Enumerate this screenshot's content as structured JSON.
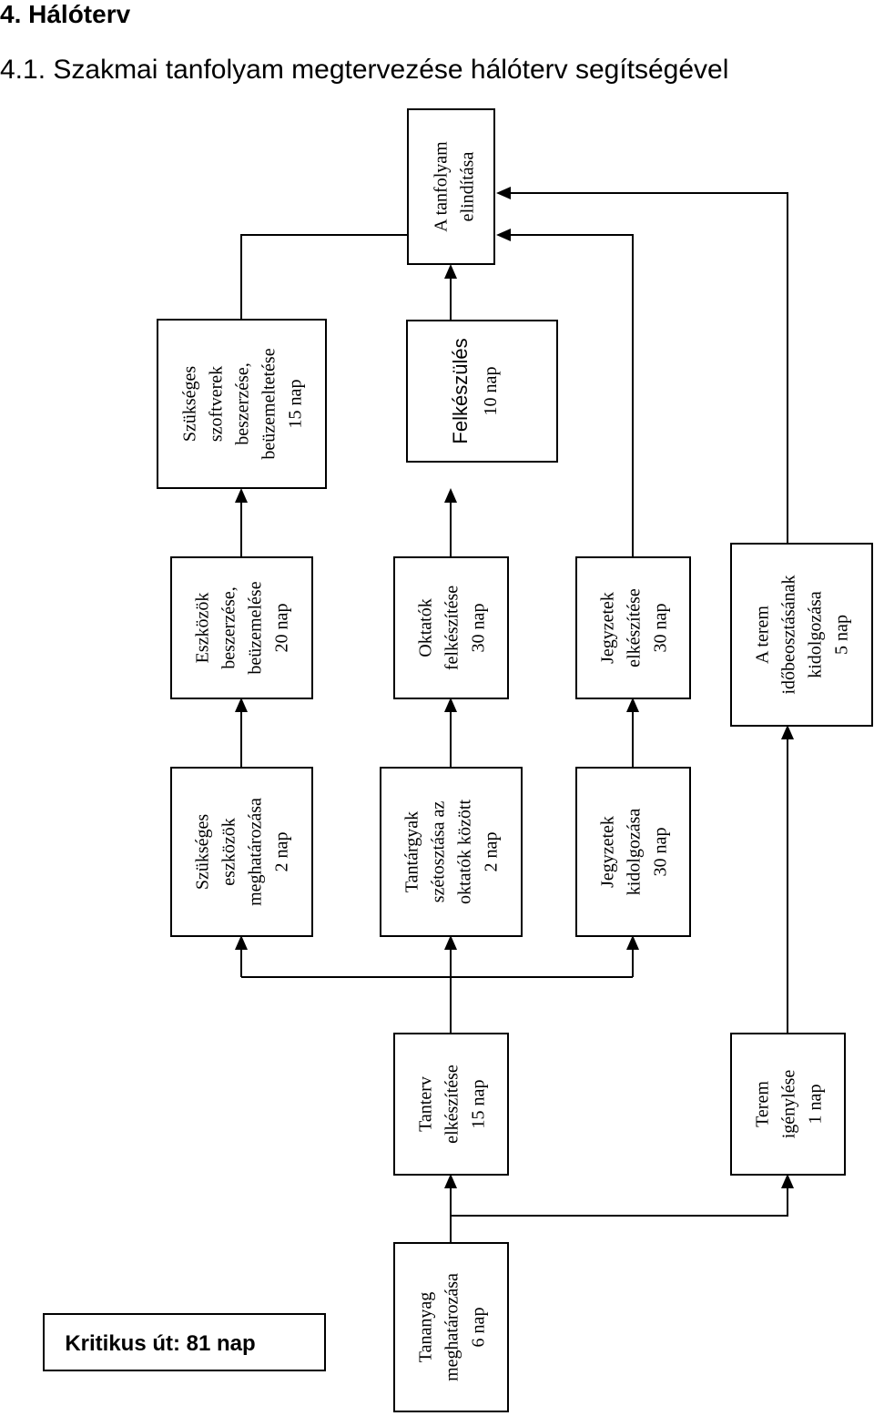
{
  "heading": "4. Hálóterv",
  "subheading": "4.1. Szakmai tanfolyam megtervezése hálóterv segítségével",
  "tasks": [
    {
      "lines": [
        "A tanfolyam",
        "elindítása"
      ]
    },
    {
      "lines": [
        "Szükséges",
        "szoftverek",
        "beszerzése,",
        "beüzemeltetése",
        "15 nap"
      ]
    },
    {
      "lines": [
        "Felkészülés",
        "10 nap"
      ]
    },
    {
      "lines": [
        "Eszközök",
        "beszerzése,",
        "beüzemelése",
        "20 nap"
      ]
    },
    {
      "lines": [
        "Oktatók",
        "felkészítése",
        "30 nap"
      ]
    },
    {
      "lines": [
        "Jegyzetek",
        "elkészítése",
        "30 nap"
      ]
    },
    {
      "lines": [
        "A terem",
        "időbeosztásának",
        "kidolgozása",
        "5 nap"
      ]
    },
    {
      "lines": [
        "Szükséges",
        "eszközök",
        "meghatározása",
        "2 nap"
      ]
    },
    {
      "lines": [
        "Tantárgyak",
        "szétosztása az",
        "oktatók között",
        "2 nap"
      ]
    },
    {
      "lines": [
        "Jegyzetek",
        "kidolgozása",
        "30 nap"
      ]
    },
    {
      "lines": [
        "Tanterv",
        "elkészítése",
        "15 nap"
      ]
    },
    {
      "lines": [
        "Terem",
        "igénylése",
        "1 nap"
      ]
    },
    {
      "lines": [
        "Tananyag",
        "meghatározása",
        "6 nap"
      ]
    }
  ],
  "critical_path": "Kritikus út: 81 nap"
}
